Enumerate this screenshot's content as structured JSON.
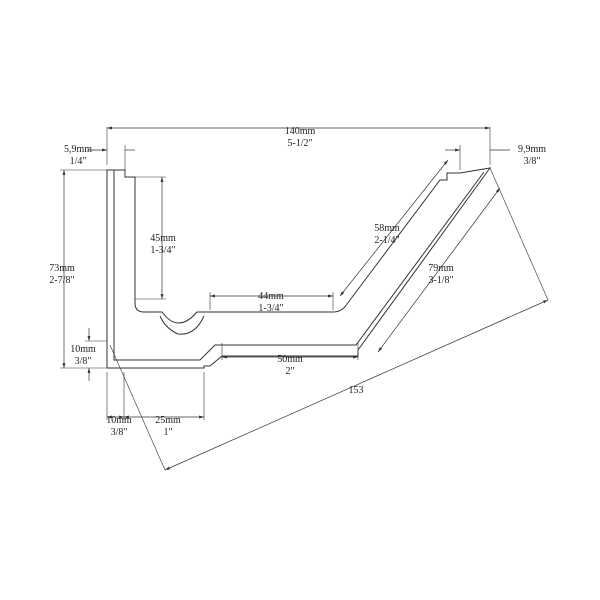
{
  "dimensions": {
    "top_width": {
      "mm": "140mm",
      "inch": "5-1/2\""
    },
    "left_lip": {
      "mm": "5,9mm",
      "inch": "1/4\""
    },
    "right_lip": {
      "mm": "9,9mm",
      "inch": "3/8\""
    },
    "inner_height": {
      "mm": "45mm",
      "inch": "1-3/4\""
    },
    "total_height": {
      "mm": "73mm",
      "inch": "2-7/8\""
    },
    "inner_bottom": {
      "mm": "44mm",
      "inch": "1-3/4\""
    },
    "inner_slope": {
      "mm": "58mm",
      "inch": "2-1/4\""
    },
    "outer_slope": {
      "mm": "79mm",
      "inch": "3-1/8\""
    },
    "outer_bottom": {
      "mm": "50mm",
      "inch": "2\""
    },
    "base_height": {
      "mm": "10mm",
      "inch": "3/8\""
    },
    "left_wall": {
      "mm": "10mm",
      "inch": "3/8\""
    },
    "foot_width": {
      "mm": "25mm",
      "inch": "1\""
    },
    "diagonal": {
      "value": "153"
    }
  }
}
